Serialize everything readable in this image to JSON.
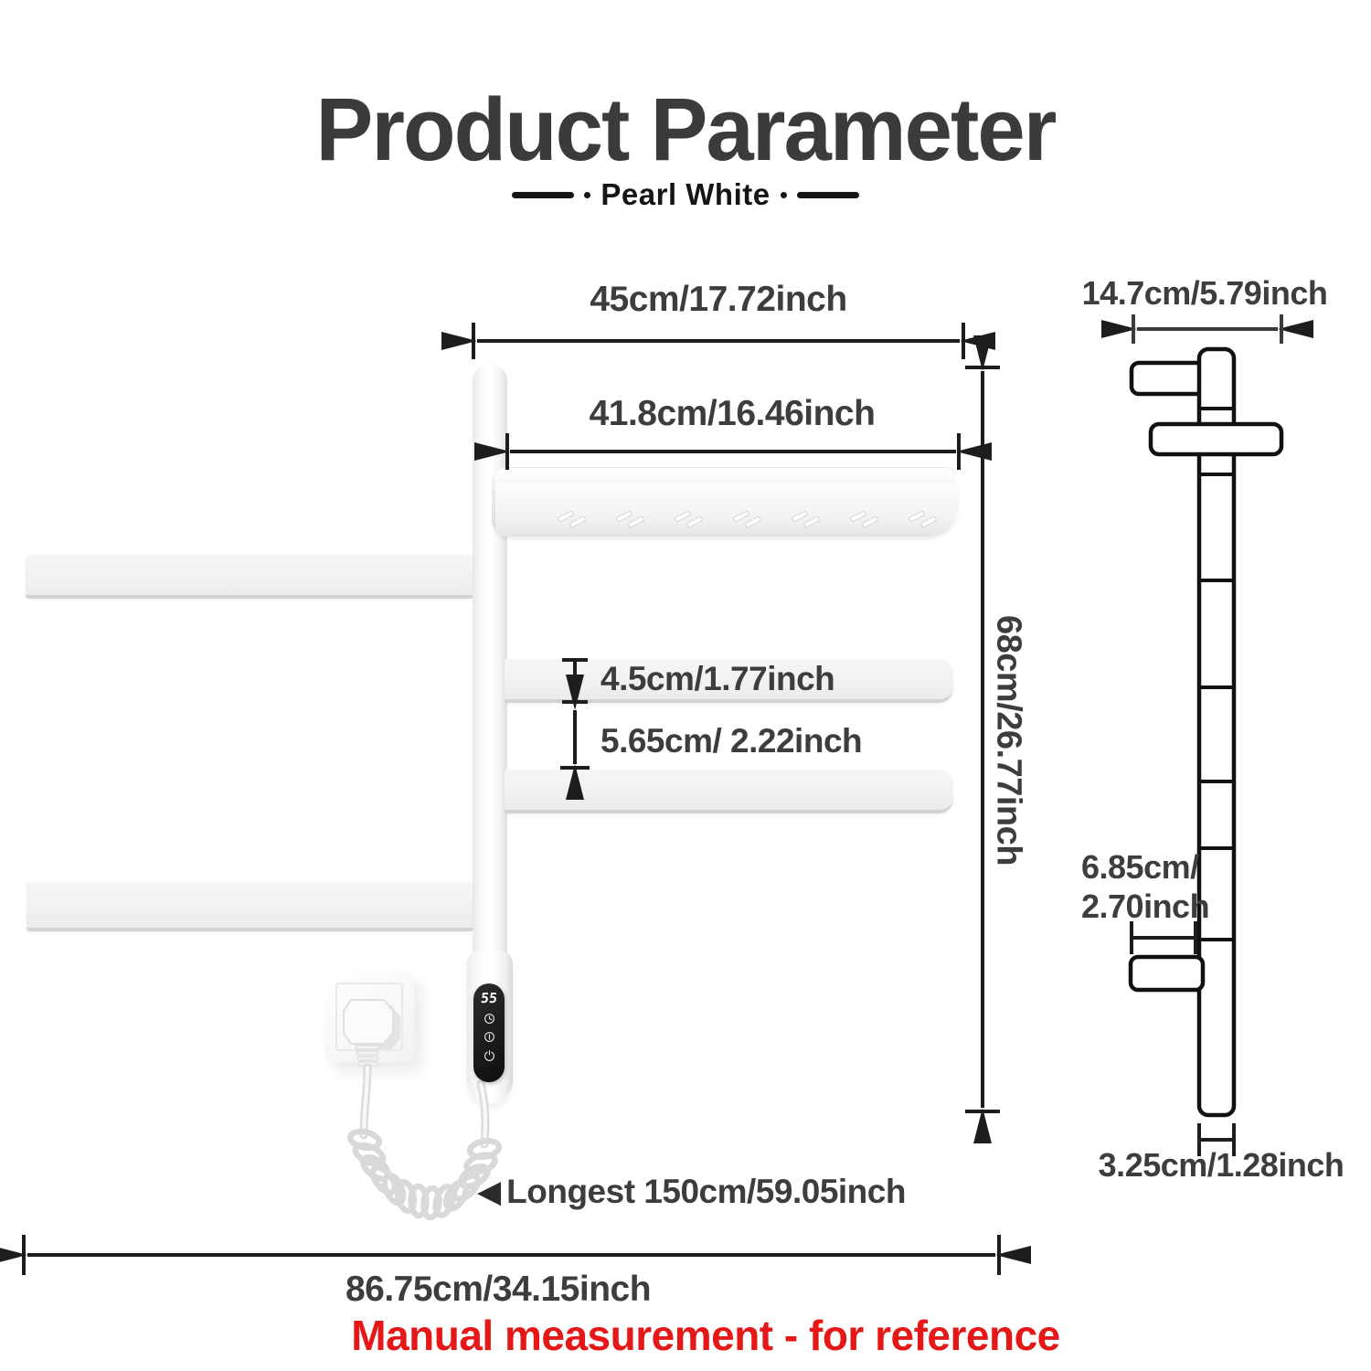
{
  "header": {
    "title": "Product Parameter",
    "subtitle": "Pearl White"
  },
  "dimensions": {
    "top_width": "45cm/17.72inch",
    "shelf_width": "41.8cm/16.46inch",
    "side_top_width": "14.7cm/5.79inch",
    "total_height": "68cm/26.77inch",
    "bar_thickness": "4.5cm/1.77inch",
    "bar_gap": "5.65cm/ 2.22inch",
    "arm_depth_line1": "6.85cm/",
    "arm_depth_line2": "2.70inch",
    "pole_depth": "3.25cm/1.28inch",
    "cable_arrow": "◀",
    "cable_length": "Longest 150cm/59.05inch",
    "total_width": "86.75cm/34.15inch"
  },
  "device": {
    "display_value": "55"
  },
  "footnote": {
    "text": "Manual measurement - for reference",
    "color": "#e51717"
  },
  "colors": {
    "label": "#3d3d3d",
    "line": "#1d1d1d",
    "accent_red": "#e51717"
  }
}
